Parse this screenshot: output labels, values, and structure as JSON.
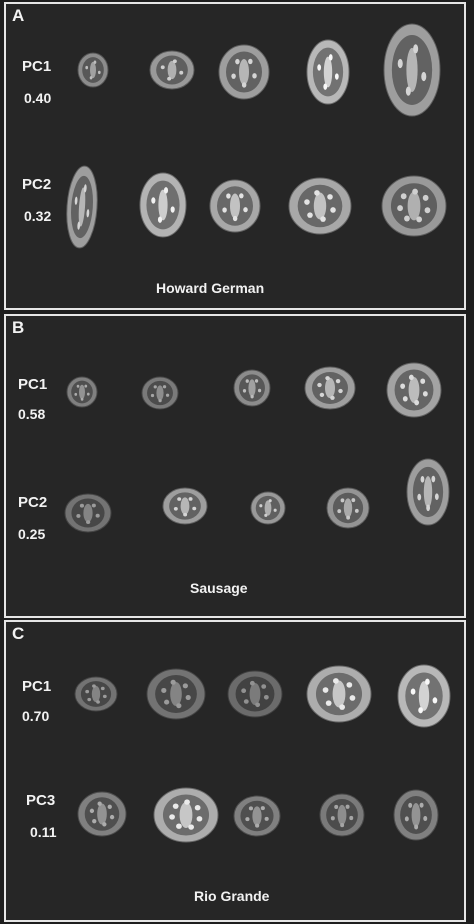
{
  "panels": [
    {
      "letter": "A",
      "caption": "Howard German",
      "rows": [
        {
          "pc": "PC1",
          "value": "0.40"
        },
        {
          "pc": "PC2",
          "value": "0.32"
        }
      ]
    },
    {
      "letter": "B",
      "caption": "Sausage",
      "rows": [
        {
          "pc": "PC1",
          "value": "0.58"
        },
        {
          "pc": "PC2",
          "value": "0.25"
        }
      ]
    },
    {
      "letter": "C",
      "caption": "Rio Grande",
      "rows": [
        {
          "pc": "PC1",
          "value": "0.70"
        },
        {
          "pc": "PC3",
          "value": "0.11"
        }
      ]
    }
  ]
}
